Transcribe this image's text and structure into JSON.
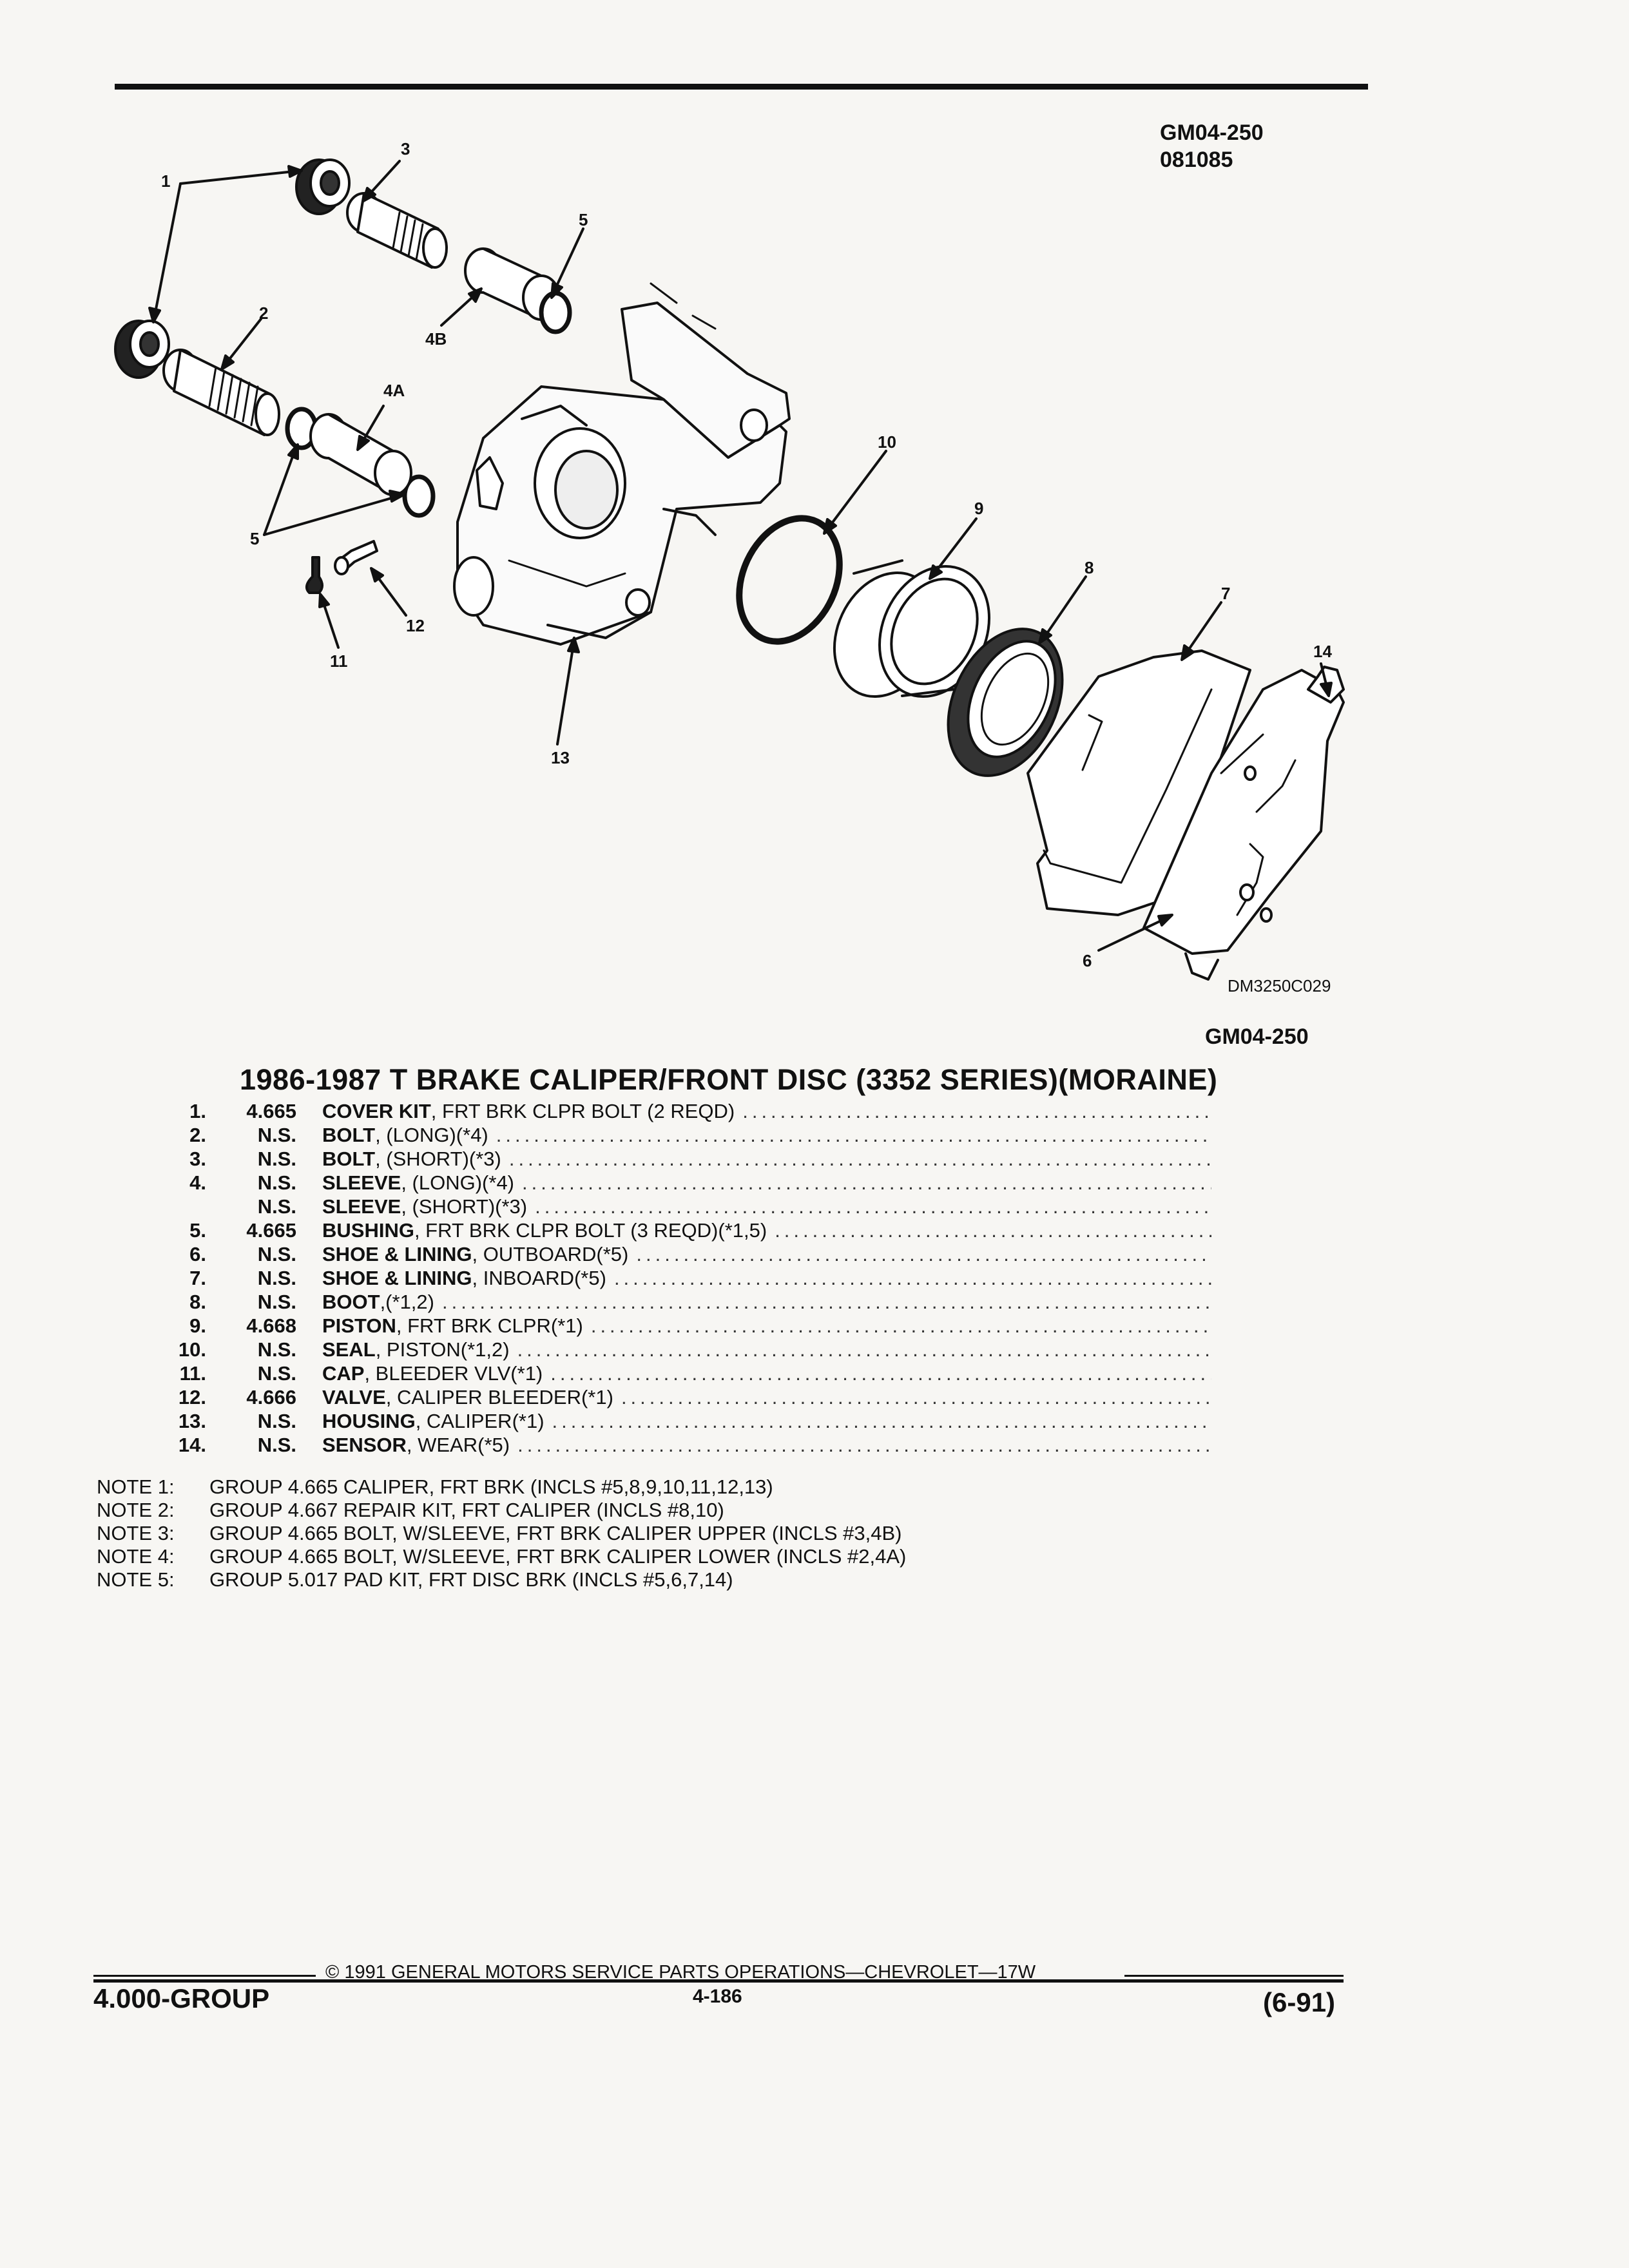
{
  "header": {
    "code": "GM04-250",
    "date_code": "081085"
  },
  "diagram": {
    "callouts": [
      "1",
      "3",
      "5",
      "2",
      "4B",
      "4A",
      "5",
      "12",
      "11",
      "13",
      "10",
      "9",
      "8",
      "7",
      "14",
      "6"
    ],
    "drawing_id": "DM3250C029"
  },
  "section_code": "GM04-250",
  "title": "1986-1987 T BRAKE CALIPER/FRONT DISC (3352 SERIES)(MORAINE)",
  "parts": [
    {
      "num": "1.",
      "group": "4.665",
      "name": "COVER KIT",
      "detail": ", FRT BRK CLPR BOLT (2 REQD)"
    },
    {
      "num": "2.",
      "group": "N.S.",
      "name": "BOLT",
      "detail": ", (LONG)(*4)"
    },
    {
      "num": "3.",
      "group": "N.S.",
      "name": "BOLT",
      "detail": ", (SHORT)(*3)"
    },
    {
      "num": "4.",
      "group": "N.S.",
      "name": "SLEEVE",
      "detail": ", (LONG)(*4)"
    },
    {
      "num": "",
      "group": "N.S.",
      "name": "SLEEVE",
      "detail": ", (SHORT)(*3)"
    },
    {
      "num": "5.",
      "group": "4.665",
      "name": "BUSHING",
      "detail": ", FRT BRK CLPR BOLT (3 REQD)(*1,5)"
    },
    {
      "num": "6.",
      "group": "N.S.",
      "name": "SHOE & LINING",
      "detail": ", OUTBOARD(*5)"
    },
    {
      "num": "7.",
      "group": "N.S.",
      "name": "SHOE & LINING",
      "detail": ", INBOARD(*5)"
    },
    {
      "num": "8.",
      "group": "N.S.",
      "name": "BOOT",
      "detail": ",(*1,2)"
    },
    {
      "num": "9.",
      "group": "4.668",
      "name": "PISTON",
      "detail": ", FRT BRK CLPR(*1)"
    },
    {
      "num": "10.",
      "group": "N.S.",
      "name": "SEAL",
      "detail": ", PISTON(*1,2)"
    },
    {
      "num": "11.",
      "group": "N.S.",
      "name": "CAP",
      "detail": ", BLEEDER VLV(*1)"
    },
    {
      "num": "12.",
      "group": "4.666",
      "name": "VALVE",
      "detail": ", CALIPER BLEEDER(*1)"
    },
    {
      "num": "13.",
      "group": "N.S.",
      "name": "HOUSING",
      "detail": ", CALIPER(*1)"
    },
    {
      "num": "14.",
      "group": "N.S.",
      "name": "SENSOR",
      "detail": ", WEAR(*5)"
    }
  ],
  "notes": [
    {
      "label": "NOTE 1:",
      "text": "GROUP 4.665 CALIPER, FRT BRK (INCLS #5,8,9,10,11,12,13)"
    },
    {
      "label": "NOTE 2:",
      "text": "GROUP 4.667 REPAIR KIT, FRT CALIPER (INCLS #8,10)"
    },
    {
      "label": "NOTE 3:",
      "text": "GROUP 4.665 BOLT, W/SLEEVE, FRT BRK CALIPER UPPER (INCLS #3,4B)"
    },
    {
      "label": "NOTE 4:",
      "text": "GROUP 4.665 BOLT, W/SLEEVE, FRT BRK CALIPER LOWER (INCLS #2,4A)"
    },
    {
      "label": "NOTE 5:",
      "text": "GROUP 5.017 PAD KIT, FRT DISC BRK (INCLS #5,6,7,14)"
    }
  ],
  "footer": {
    "copyright": "© 1991 GENERAL MOTORS SERVICE PARTS OPERATIONS—CHEVROLET—17W",
    "page": "4-186",
    "group": "4.000-GROUP",
    "revision": "(6-91)"
  }
}
